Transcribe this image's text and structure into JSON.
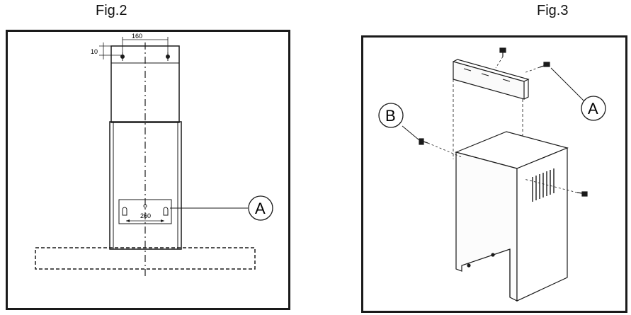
{
  "fig2": {
    "title": "Fig.2",
    "dim_top_width": "160",
    "dim_top_offset": "10",
    "dim_bottom_width": "260",
    "callout_a": "A"
  },
  "fig3": {
    "title": "Fig.3",
    "callout_a": "A",
    "callout_b": "B"
  }
}
